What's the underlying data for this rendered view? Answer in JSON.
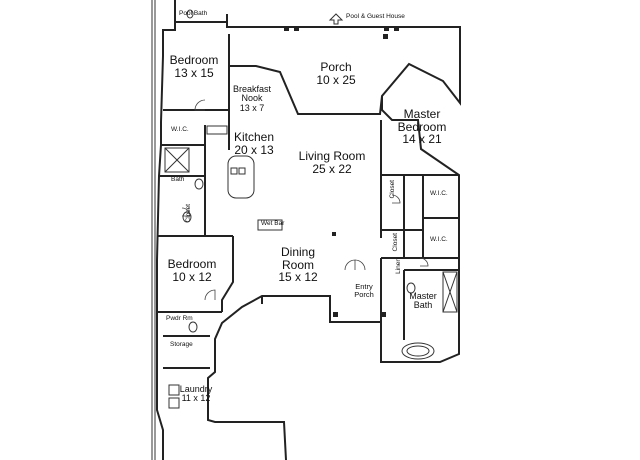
{
  "header": {
    "label": "Pool & Guest House"
  },
  "rooms": {
    "pool_bath": "Pool Bath",
    "bedroom_top": {
      "name": "Bedroom",
      "size": "13 x 15"
    },
    "breakfast_nook": {
      "name": "Breakfast Nook",
      "size": "13 x 7"
    },
    "porch": {
      "name": "Porch",
      "size": "10 x 25"
    },
    "master_bedroom": {
      "name": "Master Bedroom",
      "size": "14 x 21"
    },
    "wic_left": "W.I.C.",
    "kitchen": {
      "name": "Kitchen",
      "size": "20 x 13"
    },
    "living_room": {
      "name": "Living Room",
      "size": "25 x 22"
    },
    "bath": "Bath",
    "closet_left": "Closet",
    "closet_mid": "Closet",
    "wic_right_top": "W.I.C.",
    "wet_bar": "Wet Bar",
    "closet_lower": "Closet",
    "wic_right_bottom": "W.I.C.",
    "linen": "Linen",
    "bedroom_bottom": {
      "name": "Bedroom",
      "size": "10 x 12"
    },
    "dining_room": {
      "name": "Dining Room",
      "size": "15 x 12"
    },
    "entry_porch": "Entry Porch",
    "master_bath": "Master Bath",
    "pwdr_rm": "Pwdr Rm",
    "storage": "Storage",
    "laundry": {
      "name": "Laundry",
      "size": "11 x 12"
    }
  },
  "icons": {
    "arrow": "up-arrow-icon"
  }
}
